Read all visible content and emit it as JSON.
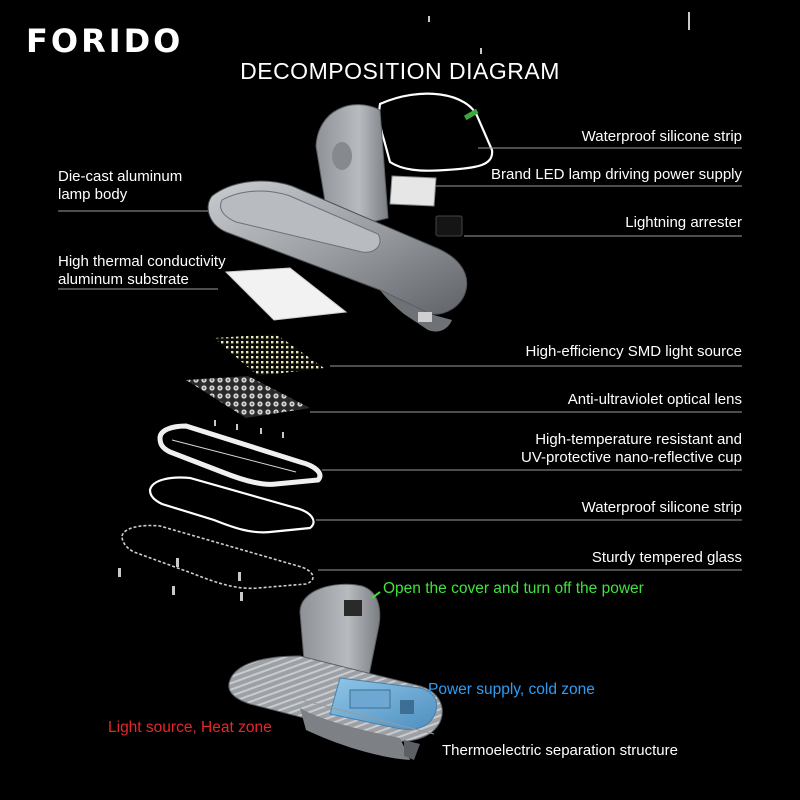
{
  "brand": "FORIDO",
  "title": "DECOMPOSITION DIAGRAM",
  "labels": {
    "waterproof_strip_top": "Waterproof silicone strip",
    "power_supply": "Brand LED lamp driving power supply",
    "lamp_body_1": "Die-cast aluminum",
    "lamp_body_2": "lamp body",
    "lightning_arrester": "Lightning arrester",
    "substrate_1": "High thermal conductivity",
    "substrate_2": "aluminum substrate",
    "smd_source": "High-efficiency SMD light source",
    "optical_lens": "Anti-ultraviolet optical lens",
    "reflective_cup_1": "High-temperature resistant and",
    "reflective_cup_2": "UV-protective nano-reflective cup",
    "waterproof_strip_bottom": "Waterproof silicone strip",
    "tempered_glass": "Sturdy tempered glass",
    "open_cover": "Open the cover and turn off the power",
    "cold_zone": "Power supply, cold zone",
    "heat_zone": "Light source, Heat zone",
    "separation": "Thermoelectric separation structure"
  },
  "colors": {
    "background": "#000000",
    "text": "#ffffff",
    "green_note": "#3fe33c",
    "blue_note": "#2f9df5",
    "red_note": "#e8262a",
    "leader_line": "#9a9a9a",
    "housing": "#a9acb0",
    "housing_dark": "#6f7377"
  }
}
